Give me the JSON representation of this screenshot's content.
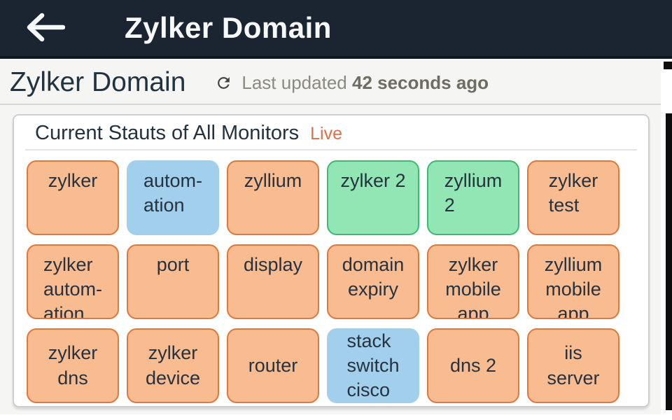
{
  "app_bar": {
    "title": "Zylker Domain",
    "back_icon": "arrow-left"
  },
  "page_header": {
    "title": "Zylker Domain",
    "refresh_icon": "refresh",
    "last_updated_label": "Last updated",
    "last_updated_value": "42 seconds ago"
  },
  "card": {
    "title": "Current Stauts of All Monitors",
    "live_label": "Live",
    "tiles": [
      {
        "label": "zylker",
        "color": "orange",
        "align": "center"
      },
      {
        "label": "autom-\nation",
        "color": "blue",
        "align": "left"
      },
      {
        "label": "zyllium",
        "color": "orange",
        "align": "center"
      },
      {
        "label": "zylker 2",
        "color": "green",
        "align": "center"
      },
      {
        "label": "zyllium\n2",
        "color": "green",
        "align": "left"
      },
      {
        "label": "zylker\ntest",
        "color": "orange",
        "align": "left"
      },
      {
        "label": "zylker\nautom-\nation",
        "color": "orange",
        "align": "left"
      },
      {
        "label": "port",
        "color": "orange",
        "align": "center"
      },
      {
        "label": "display",
        "color": "orange",
        "align": "center"
      },
      {
        "label": "domain\nexpiry",
        "color": "orange",
        "align": "center"
      },
      {
        "label": "zylker\nmobile\napp",
        "color": "orange",
        "align": "center"
      },
      {
        "label": "zyllium\nmobile\napp",
        "color": "orange",
        "align": "center"
      },
      {
        "label": "zylker\ndns",
        "color": "orange",
        "align": "center"
      },
      {
        "label": "zylker\ndevice",
        "color": "orange",
        "align": "center"
      },
      {
        "label": "router",
        "color": "orange",
        "align": "center"
      },
      {
        "label": "stack\nswitch\ncisco",
        "color": "blue",
        "align": "left"
      },
      {
        "label": "dns 2",
        "color": "orange",
        "align": "center"
      },
      {
        "label": "iis\nserver",
        "color": "orange",
        "align": "center"
      }
    ]
  },
  "colors": {
    "app_bar_bg": "#1b2531",
    "live_accent": "#de7049",
    "tile_orange_bg": "#f9bb90",
    "tile_orange_border": "#e0773b",
    "tile_blue_bg": "#a2cfec",
    "tile_blue_border": "#a2cfec",
    "tile_green_bg": "#91e6b4",
    "tile_green_border": "#3cba74"
  }
}
